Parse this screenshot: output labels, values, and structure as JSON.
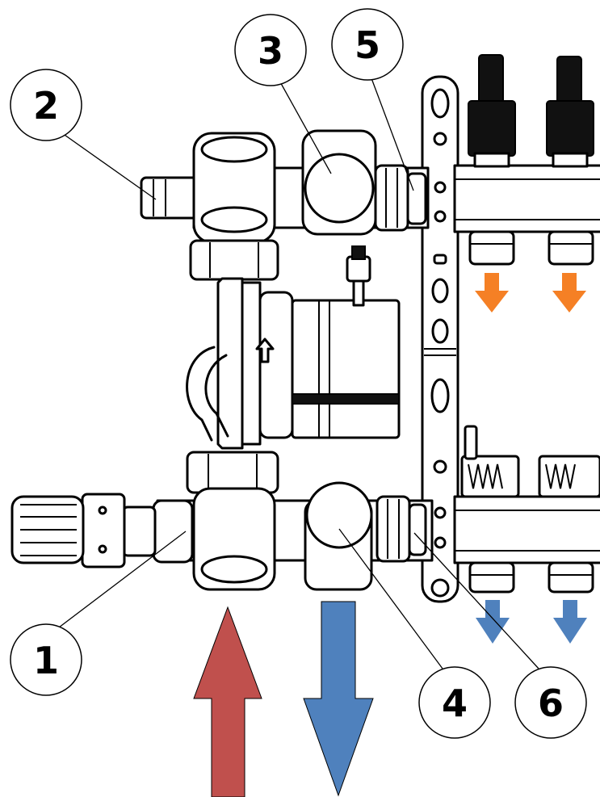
{
  "callouts": [
    {
      "id": "1",
      "label": "1"
    },
    {
      "id": "2",
      "label": "2"
    },
    {
      "id": "3",
      "label": "3"
    },
    {
      "id": "4",
      "label": "4"
    },
    {
      "id": "5",
      "label": "5"
    },
    {
      "id": "6",
      "label": "6"
    }
  ],
  "colors": {
    "supply_arrow": "#c0504d",
    "return_arrow": "#4f81bd",
    "outlet_arrow_upper": "#f58025",
    "outlet_arrow_lower": "#4f81bd",
    "line": "#000000",
    "part_fill": "#ffffff"
  }
}
